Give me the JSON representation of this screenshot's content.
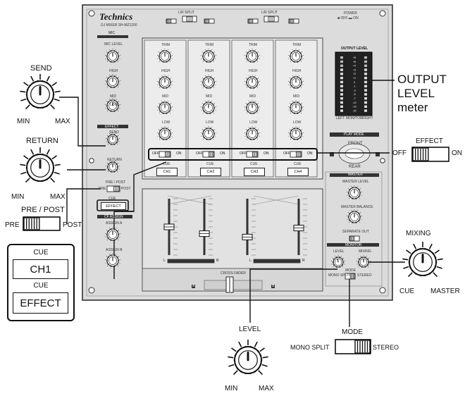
{
  "panel": {
    "brand": "Technics",
    "model": "DJ MIXER SH-MZ1200",
    "lr_split_left": "L/R SPLIT",
    "lr_split_right": "L/R SPLIT",
    "power": "POWER",
    "power_states": "■ OFF ▬ ON",
    "mic": "MIC",
    "mic_level": "MIC LEVEL",
    "high": "HIGH",
    "mid": "MID",
    "low": "LOW",
    "effect_panel": "EFFECT",
    "send": "SEND",
    "return": "RETURN",
    "pre_post": "PRE / POST",
    "pre": "PRE",
    "post": "POST",
    "cue": "CUE",
    "effect_btn": "EFFECT",
    "cf_assign": "CF ASSIGN",
    "assign_a": "ASSIGN A",
    "assign_b": "ASSIGN B",
    "trim": "TRIM",
    "off": "OFF",
    "on": "ON",
    "channels": [
      "CH1",
      "CH2",
      "CH3",
      "CH4"
    ],
    "output_level": "OUTPUT LEVEL",
    "meter_scale": [
      "+8",
      "+6",
      "+4",
      "+3",
      "+2",
      "+1",
      "0",
      "-1",
      "-3",
      "-5",
      "-7",
      "-10",
      "-15",
      "-20"
    ],
    "meter_left": "LEFT",
    "meter_monitor": "MONITOR",
    "meter_right": "RIGHT",
    "play_mode": "PLAY MODE",
    "front": "FRONT",
    "rear": "REAR",
    "master": "MASTER",
    "master_level": "MASTER LEVEL",
    "master_balance": "MASTER BALANCE",
    "separate_out": "SEPARATE OUT",
    "monitor": "MONITOR",
    "level": "LEVEL",
    "mixing": "MIXING",
    "mode": "MODE",
    "mono_split": "MONO SPLIT",
    "stereo": "STEREO",
    "cross_fader": "CROSS FADER",
    "a": "A",
    "b": "B",
    "l": "L",
    "r": "R",
    "min": "MIN",
    "max": "MAX"
  },
  "callouts": {
    "send": {
      "title": "SEND",
      "min": "MIN",
      "max": "MAX"
    },
    "return": {
      "title": "RETURN",
      "min": "MIN",
      "max": "MAX"
    },
    "pre_post": {
      "title": "PRE / POST",
      "left": "PRE",
      "right": "POST"
    },
    "cue_box": {
      "title1": "CUE",
      "value1": "CH1",
      "title2": "CUE",
      "value2": "EFFECT"
    },
    "output_level": {
      "line1": "OUTPUT",
      "line2": "LEVEL",
      "line3": "meter"
    },
    "effect_switch": {
      "title": "EFFECT",
      "left": "OFF",
      "right": "ON"
    },
    "mixing": {
      "title": "MIXING",
      "left": "CUE",
      "right": "MASTER"
    },
    "level": {
      "title": "LEVEL",
      "min": "MIN",
      "max": "MAX"
    },
    "mode": {
      "title": "MODE",
      "left": "MONO SPLIT",
      "right": "STEREO"
    }
  }
}
